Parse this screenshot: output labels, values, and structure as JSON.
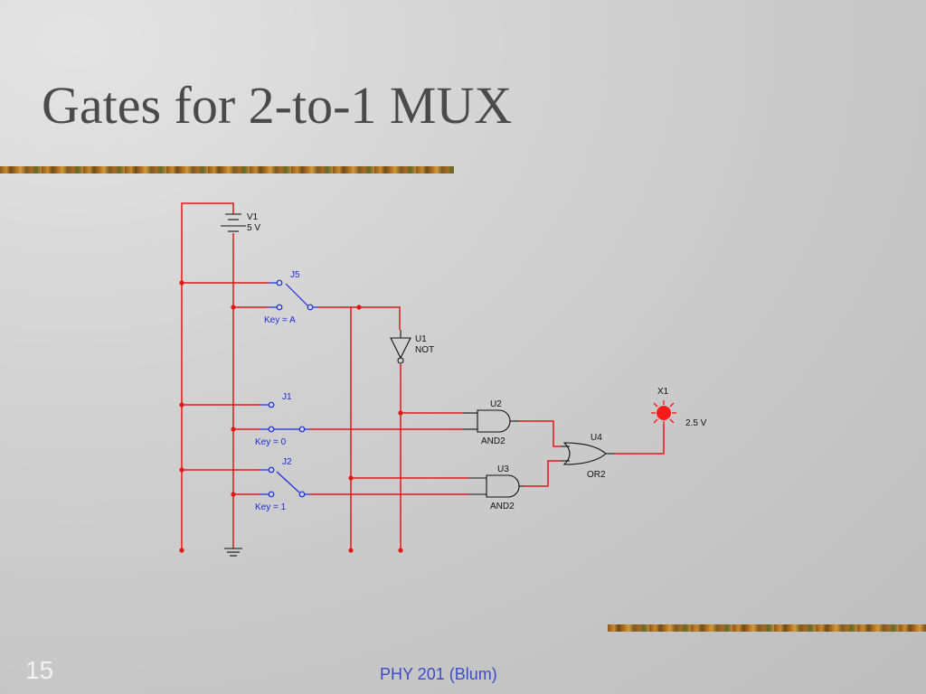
{
  "slide": {
    "title": "Gates for 2-to-1 MUX",
    "number": "15",
    "footer": "PHY 201 (Blum)"
  },
  "circuit": {
    "battery": {
      "ref": "V1",
      "value": "5 V"
    },
    "switch_j5": {
      "ref": "J5",
      "key": "Key = A"
    },
    "switch_j1": {
      "ref": "J1",
      "key": "Key = 0"
    },
    "switch_j2": {
      "ref": "J2",
      "key": "Key = 1"
    },
    "gate_u1": {
      "ref": "U1",
      "type": "NOT"
    },
    "gate_u2": {
      "ref": "U2",
      "type": "AND2"
    },
    "gate_u3": {
      "ref": "U3",
      "type": "AND2"
    },
    "gate_u4": {
      "ref": "U4",
      "type": "OR2"
    },
    "lamp_x1": {
      "ref": "X1",
      "value": "2.5 V"
    }
  },
  "colors": {
    "wire": "#e01818",
    "switch": "#1a2adb",
    "component": "#111111",
    "lamp": "#ff1a1a"
  }
}
